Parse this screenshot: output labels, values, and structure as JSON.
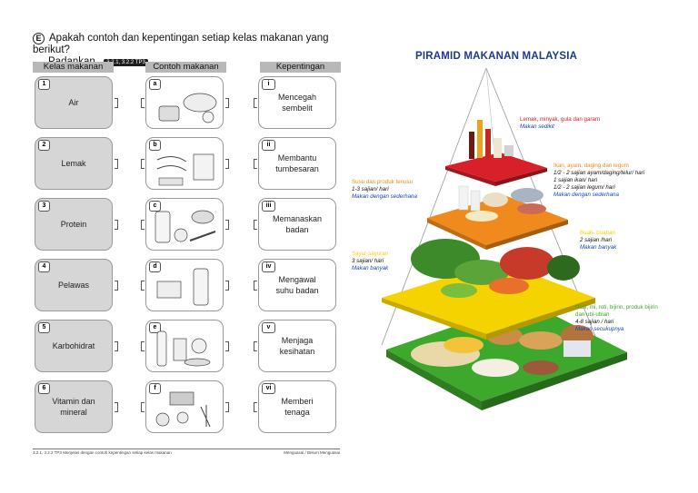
{
  "worksheet": {
    "badge": "E",
    "question_line1": "Apakah contoh dan kepentingan setiap kelas makanan yang berikut?",
    "question_line2": "Padankan.",
    "tag": "3.2.1, 3.2.2 TP3",
    "headers": [
      "Kelas makanan",
      "Contoh makanan",
      "Kepentingan"
    ],
    "classes": [
      {
        "num": "1",
        "name": "Air"
      },
      {
        "num": "2",
        "name": "Lemak"
      },
      {
        "num": "3",
        "name": "Protein"
      },
      {
        "num": "4",
        "name": "Pelawas"
      },
      {
        "num": "5",
        "name": "Karbohidrat"
      },
      {
        "num": "6",
        "name": "Vitamin dan mineral"
      }
    ],
    "examples": [
      "a",
      "b",
      "c",
      "d",
      "e",
      "f"
    ],
    "importance": [
      {
        "num": "i",
        "text": "Mencegah sembelit"
      },
      {
        "num": "ii",
        "text": "Membantu tumbesaran"
      },
      {
        "num": "iii",
        "text": "Memanaskan badan"
      },
      {
        "num": "iv",
        "text": "Mengawal suhu badan"
      },
      {
        "num": "v",
        "text": "Menjaga kesihatan"
      },
      {
        "num": "vi",
        "text": "Memberi tenaga"
      }
    ],
    "footer_left": "3.2.1, 3.2.2 TP3 Menjelas dengan contoh kepentingan setiap kelas makanan",
    "footer_right": "Menguasai / Belum Menguasai"
  },
  "pyramid": {
    "title": "PIRAMID MAKANAN MALAYSIA",
    "levels": [
      {
        "name": "Lemak, minyak, gula dan garam",
        "servings": "",
        "advice": "Makan sedikit",
        "color": "#d8202a"
      },
      {
        "name": "Ikan, ayam, daging dan legum",
        "servings": "1/2 - 2 sajian ayam/daging/telur/ hari\n1 sajian ikan/ hari\n1/2 - 2 sajian legum/ hari",
        "advice": "Makan dengan sederhana",
        "color": "#f08a1c"
      },
      {
        "name": "Susu dan produk tenusu",
        "servings": "1-3 sajian/ hari",
        "advice": "Makan dengan sederhana",
        "color": "#f08a1c"
      },
      {
        "name": "Buah- buahan",
        "servings": "2 sajian /hari",
        "advice": "Makan banyak",
        "color": "#f5d300"
      },
      {
        "name": "Sayur-sayuran",
        "servings": "3 sajian/ hari",
        "advice": "Makan banyak",
        "color": "#f5d300"
      },
      {
        "name": "Nasi, mi, roti, bijirin, produk bijirin dan ubi-ubian",
        "servings": "4-8 sajian / hari",
        "advice": "Makan secukupnya",
        "color": "#3ea82d"
      }
    ]
  }
}
